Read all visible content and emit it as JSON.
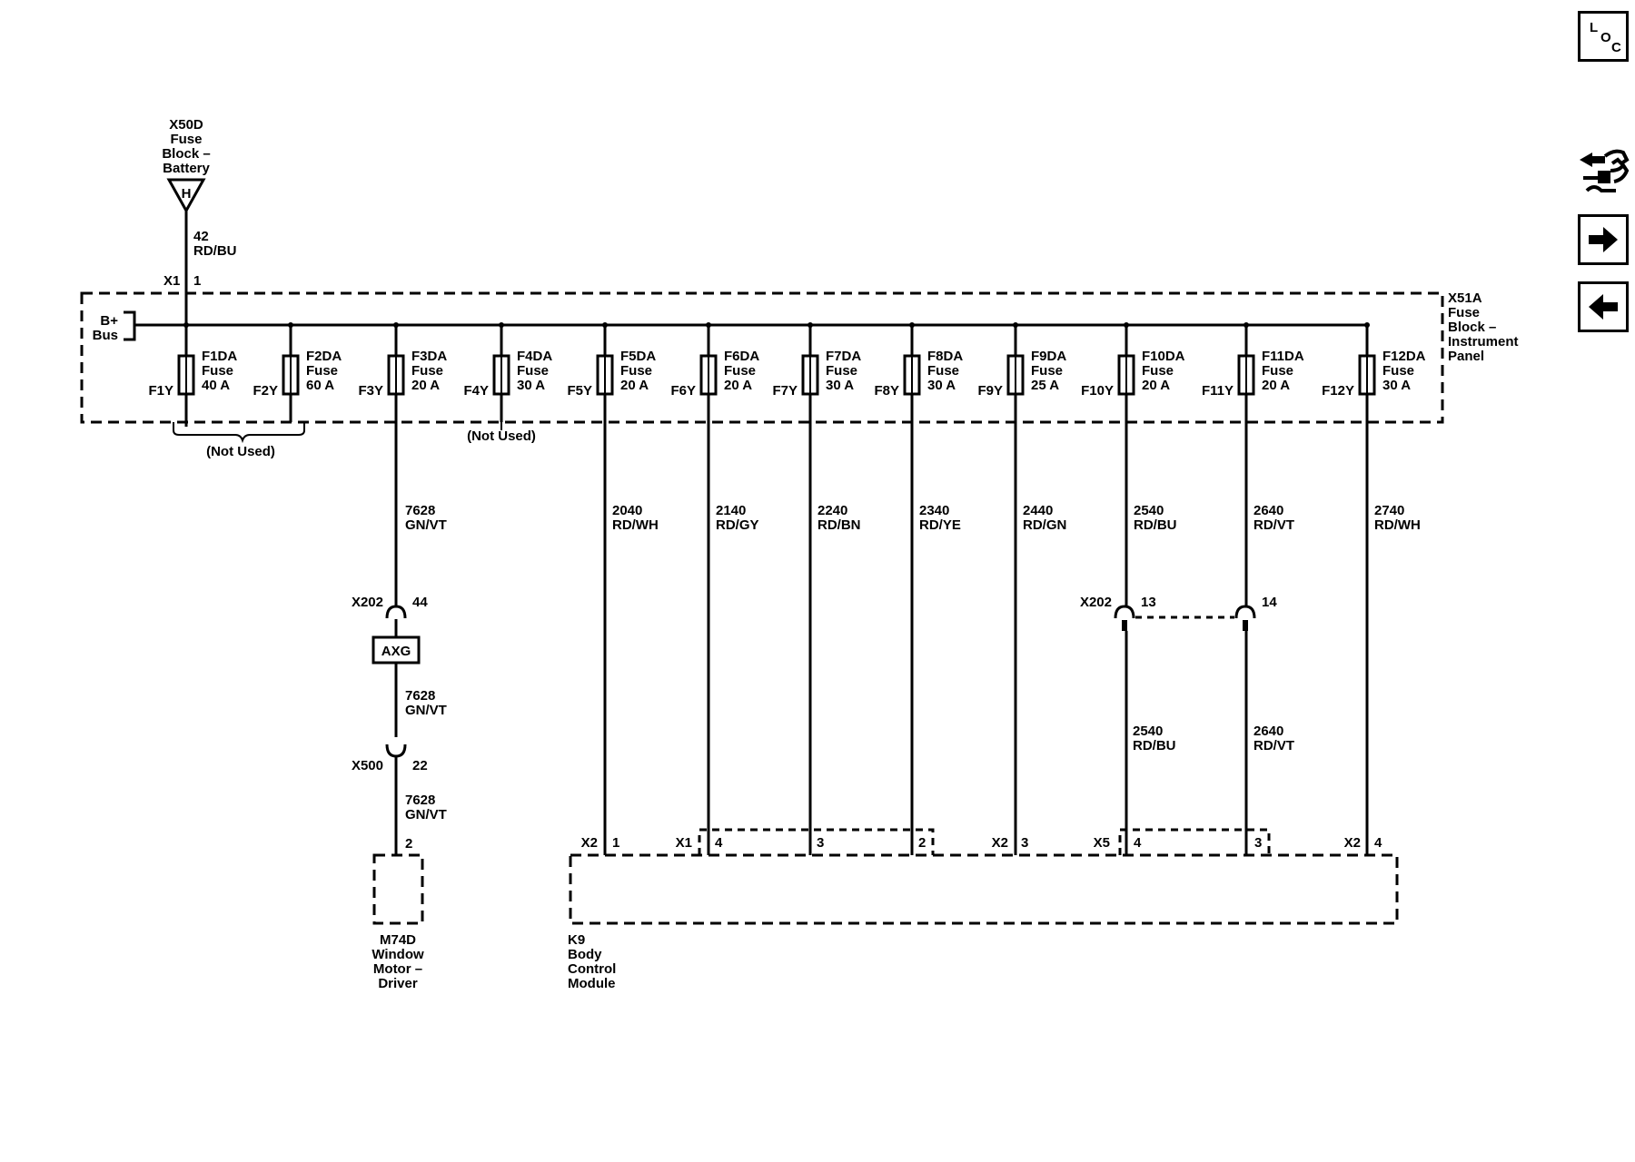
{
  "battery_block": {
    "lines": [
      "X50D",
      "Fuse",
      "Block –",
      "Battery"
    ],
    "pin_letter": "H",
    "wire_circuit": "42",
    "wire_color": "RD/BU",
    "conn": "X1",
    "pin": "1"
  },
  "bus_label": [
    "B+",
    "Bus"
  ],
  "ip_block": [
    "X51A",
    "Fuse",
    "Block –",
    "Instrument",
    "Panel"
  ],
  "fuses": [
    {
      "name": "F1DA",
      "type": "Fuse",
      "rating": "40 A",
      "term": "F1Y"
    },
    {
      "name": "F2DA",
      "type": "Fuse",
      "rating": "60 A",
      "term": "F2Y"
    },
    {
      "name": "F3DA",
      "type": "Fuse",
      "rating": "20 A",
      "term": "F3Y"
    },
    {
      "name": "F4DA",
      "type": "Fuse",
      "rating": "30 A",
      "term": "F4Y"
    },
    {
      "name": "F5DA",
      "type": "Fuse",
      "rating": "20 A",
      "term": "F5Y"
    },
    {
      "name": "F6DA",
      "type": "Fuse",
      "rating": "20 A",
      "term": "F6Y"
    },
    {
      "name": "F7DA",
      "type": "Fuse",
      "rating": "30 A",
      "term": "F7Y"
    },
    {
      "name": "F8DA",
      "type": "Fuse",
      "rating": "30 A",
      "term": "F8Y"
    },
    {
      "name": "F9DA",
      "type": "Fuse",
      "rating": "25 A",
      "term": "F9Y"
    },
    {
      "name": "F10DA",
      "type": "Fuse",
      "rating": "20 A",
      "term": "F10Y"
    },
    {
      "name": "F11DA",
      "type": "Fuse",
      "rating": "20 A",
      "term": "F11Y"
    },
    {
      "name": "F12DA",
      "type": "Fuse",
      "rating": "30 A",
      "term": "F12Y"
    }
  ],
  "not_used": "(Not Used)",
  "window_circuit": {
    "wire_circuit": "7628",
    "wire_color": "GN/VT",
    "conn1": "X202",
    "pin1": "44",
    "splice": "AXG",
    "conn2": "X500",
    "pin2": "22",
    "load_pin": "2",
    "load": [
      "M74D",
      "Window",
      "Motor –",
      "Driver"
    ]
  },
  "bcm_wires": [
    {
      "circuit": "2040",
      "color": "RD/WH"
    },
    {
      "circuit": "2140",
      "color": "RD/GY"
    },
    {
      "circuit": "2240",
      "color": "RD/BN"
    },
    {
      "circuit": "2340",
      "color": "RD/YE"
    },
    {
      "circuit": "2440",
      "color": "RD/GN"
    },
    {
      "circuit": "2540",
      "color": "RD/BU"
    },
    {
      "circuit": "2640",
      "color": "RD/VT"
    },
    {
      "circuit": "2740",
      "color": "RD/WH"
    }
  ],
  "inline_conn": {
    "name": "X202",
    "pin_a": "13",
    "pin_b": "14"
  },
  "lower_wires": [
    {
      "circuit": "2540",
      "color": "RD/BU"
    },
    {
      "circuit": "2640",
      "color": "RD/VT"
    }
  ],
  "bcm_pins": {
    "x2a": "X2",
    "p1": "1",
    "x1": "X1",
    "p4": "4",
    "p3": "3",
    "p2": "2",
    "x2b": "X2",
    "p3b": "3",
    "x5": "X5",
    "p4b": "4",
    "p3c": "3",
    "x2c": "X2",
    "p4c": "4"
  },
  "bcm": [
    "K9",
    "Body",
    "Control",
    "Module"
  ],
  "nav": {
    "loc_letters": [
      "L",
      "O",
      "C"
    ],
    "connector_icon": "connector-repair-icon",
    "forward_icon": "arrow-right-icon",
    "back_icon": "arrow-left-icon"
  }
}
